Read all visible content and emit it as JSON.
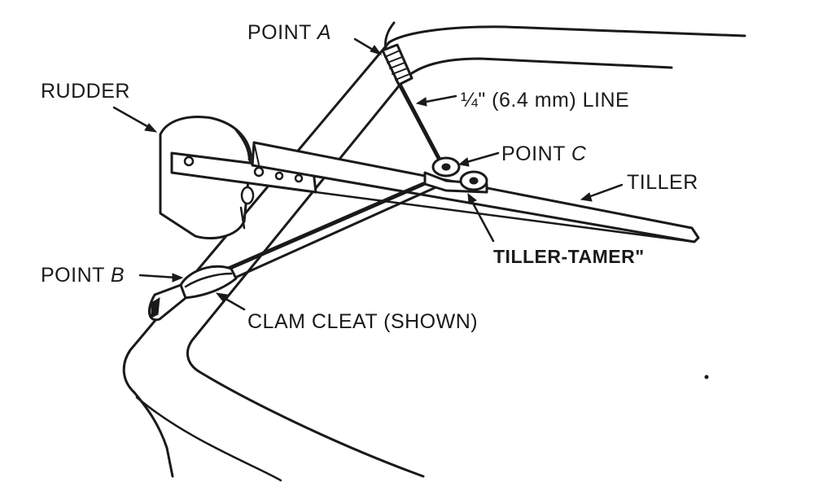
{
  "labels": {
    "point_a_prefix": "POINT ",
    "point_a_letter": "A",
    "rudder": "RUDDER",
    "line": "¼\" (6.4 mm) LINE",
    "point_c_prefix": "POINT ",
    "point_c_letter": "C",
    "tiller": "TILLER",
    "tiller_tamer": "TILLER-TAMER\"",
    "point_b_prefix": "POINT ",
    "point_b_letter": "B",
    "clam_cleat": "CLAM CLEAT (SHOWN)"
  },
  "colors": {
    "ink": "#1a1a1a",
    "paper": "#ffffff"
  }
}
